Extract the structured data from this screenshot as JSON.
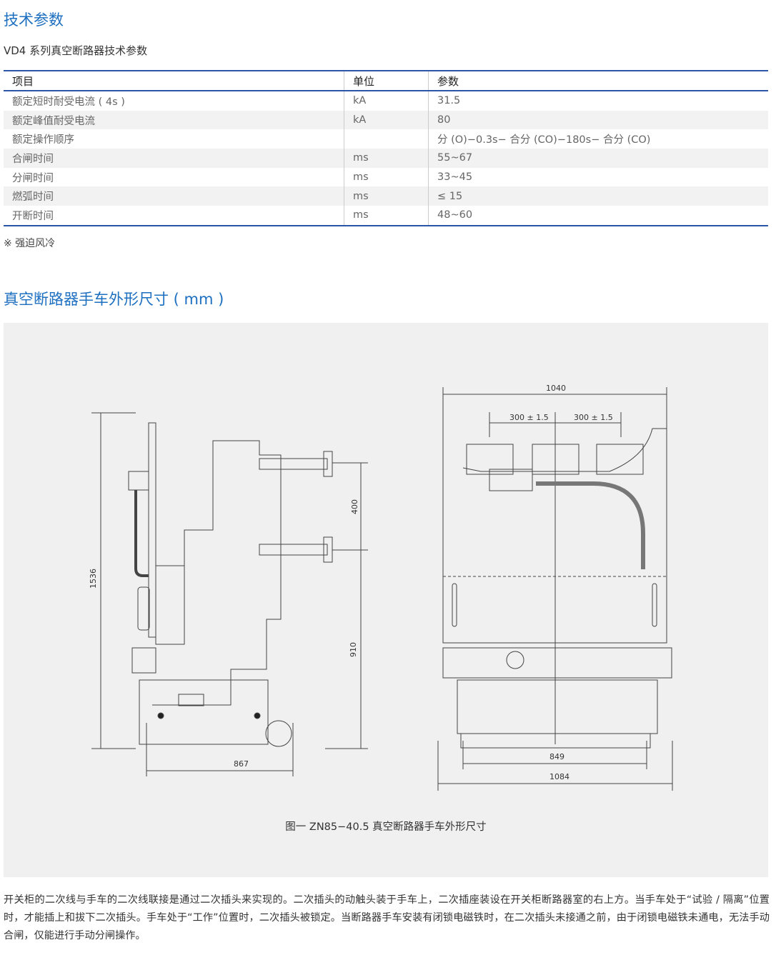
{
  "section1": {
    "title": "技术参数",
    "subtitle": "VD4 系列真空断路器技术参数"
  },
  "table": {
    "headers": [
      "项目",
      "单位",
      "参数"
    ],
    "rows": [
      [
        "额定短时耐受电流 ( 4s )",
        "kA",
        "31.5"
      ],
      [
        "额定峰值耐受电流",
        "kA",
        "80"
      ],
      [
        "额定操作顺序",
        "",
        "分 (O)−0.3s− 合分 (CO)−180s− 合分 (CO)"
      ],
      [
        "合闸时间",
        "ms",
        "55~67"
      ],
      [
        "分闸时间",
        "ms",
        "33~45"
      ],
      [
        "燃弧时间",
        "ms",
        "≤ 15"
      ],
      [
        "开断时间",
        "ms",
        "48~60"
      ]
    ]
  },
  "note": "※ 强迫风冷",
  "section2": {
    "title": "真空断路器手车外形尺寸 ( mm )"
  },
  "figure": {
    "dims": {
      "height": "1536",
      "upper": "400",
      "lower": "910",
      "depth": "867",
      "width_top": "1040",
      "pitch1": "300 ± 1.5",
      "pitch2": "300 ± 1.5",
      "inner_width": "849",
      "outer_width": "1084"
    },
    "caption": "图一  ZN85−40.5 真空断路器手车外形尺寸"
  },
  "paragraph": "开关柜的二次线与手车的二次线联接是通过二次插头来实现的。二次插头的动触头装于手车上，二次插座装设在开关柜断路器室的右上方。当手车处于“试验 / 隔离”位置时，才能插上和拔下二次插头。手车处于“工作”位置时，二次插头被锁定。当断路器手车安装有闭锁电磁铁时，在二次插头未接通之前，由于闭锁电磁铁未通电，无法手动合闸，仅能进行手动分闸操作。"
}
